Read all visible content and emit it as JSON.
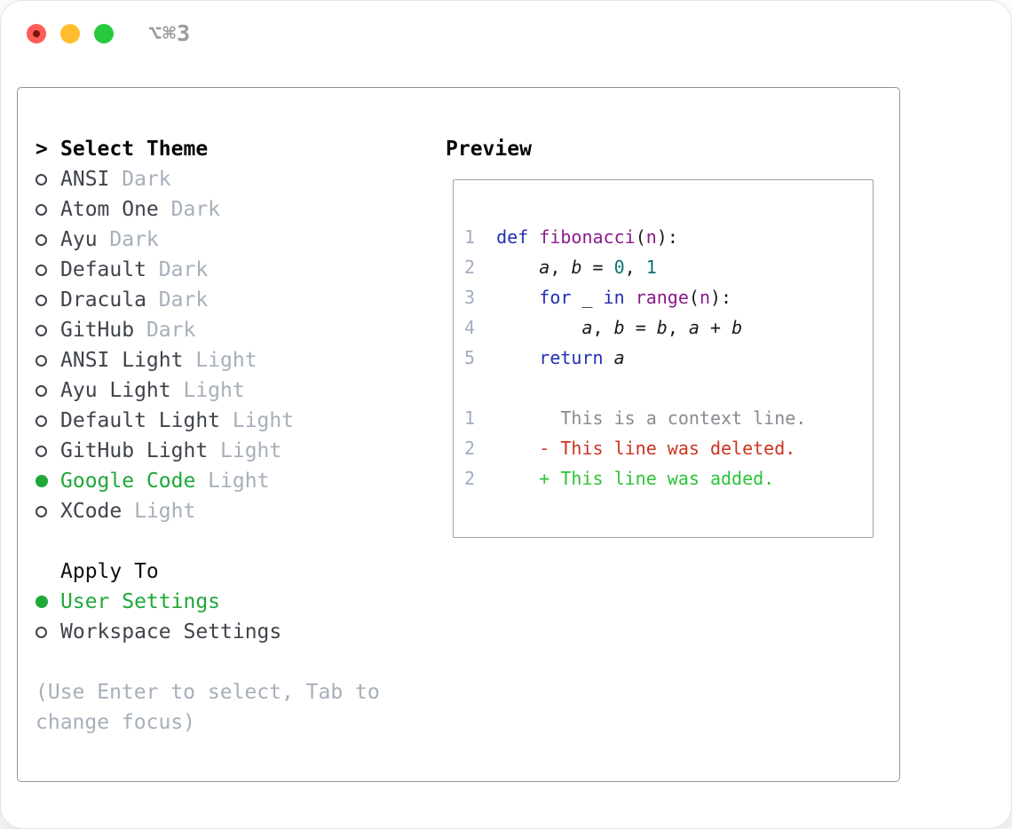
{
  "window": {
    "title": "⌥⌘3"
  },
  "theme_panel": {
    "header_prefix": ">",
    "header_label": "Select Theme",
    "items": [
      {
        "label": "ANSI",
        "variant": "Dark",
        "selected": false
      },
      {
        "label": "Atom One",
        "variant": "Dark",
        "selected": false
      },
      {
        "label": "Ayu",
        "variant": "Dark",
        "selected": false
      },
      {
        "label": "Default",
        "variant": "Dark",
        "selected": false
      },
      {
        "label": "Dracula",
        "variant": "Dark",
        "selected": false
      },
      {
        "label": "GitHub",
        "variant": "Dark",
        "selected": false
      },
      {
        "label": "ANSI Light",
        "variant": "Light",
        "selected": false
      },
      {
        "label": "Ayu Light",
        "variant": "Light",
        "selected": false
      },
      {
        "label": "Default Light",
        "variant": "Light",
        "selected": false
      },
      {
        "label": "GitHub Light",
        "variant": "Light",
        "selected": false
      },
      {
        "label": "Google Code",
        "variant": "Light",
        "selected": true
      },
      {
        "label": "XCode",
        "variant": "Light",
        "selected": false
      }
    ],
    "apply_header": "Apply To",
    "apply_options": [
      {
        "label": "User Settings",
        "selected": true
      },
      {
        "label": "Workspace Settings",
        "selected": false
      }
    ],
    "help_lines": [
      "(Use Enter to select, Tab to",
      "change focus)"
    ]
  },
  "preview": {
    "header": "Preview",
    "code_lines": [
      {
        "num": "1",
        "tokens": [
          [
            "plain",
            "  "
          ],
          [
            "keyword",
            "def"
          ],
          [
            "plain",
            " "
          ],
          [
            "function",
            "fibonacci"
          ],
          [
            "plain",
            "("
          ],
          [
            "function",
            "n"
          ],
          [
            "plain",
            "):"
          ]
        ]
      },
      {
        "num": "2",
        "tokens": [
          [
            "plain",
            "      "
          ],
          [
            "variable",
            "a"
          ],
          [
            "plain",
            ", "
          ],
          [
            "variable",
            "b"
          ],
          [
            "plain",
            " = "
          ],
          [
            "literal",
            "0"
          ],
          [
            "plain",
            ", "
          ],
          [
            "literal",
            "1"
          ]
        ]
      },
      {
        "num": "3",
        "tokens": [
          [
            "plain",
            "      "
          ],
          [
            "keyword",
            "for"
          ],
          [
            "plain",
            " _ "
          ],
          [
            "keyword",
            "in"
          ],
          [
            "plain",
            " "
          ],
          [
            "function",
            "range"
          ],
          [
            "plain",
            "("
          ],
          [
            "function",
            "n"
          ],
          [
            "plain",
            "):"
          ]
        ]
      },
      {
        "num": "4",
        "tokens": [
          [
            "plain",
            "          "
          ],
          [
            "variable",
            "a"
          ],
          [
            "plain",
            ", "
          ],
          [
            "variable",
            "b"
          ],
          [
            "plain",
            " = "
          ],
          [
            "variable",
            "b"
          ],
          [
            "plain",
            ", "
          ],
          [
            "variable",
            "a"
          ],
          [
            "plain",
            " + "
          ],
          [
            "variable",
            "b"
          ]
        ]
      },
      {
        "num": "5",
        "tokens": [
          [
            "plain",
            "      "
          ],
          [
            "keyword",
            "return"
          ],
          [
            "plain",
            " "
          ],
          [
            "variable",
            "a"
          ]
        ]
      }
    ],
    "diff_lines": [
      {
        "num": "1",
        "tokens": [
          [
            "context",
            "        This is a context line."
          ]
        ]
      },
      {
        "num": "2",
        "tokens": [
          [
            "deleted",
            "      - This line was deleted."
          ]
        ]
      },
      {
        "num": "2",
        "tokens": [
          [
            "added",
            "      + This line was added."
          ]
        ]
      }
    ]
  },
  "colors": {
    "accent_green": "#1fa83a",
    "keyword": "#2130b3",
    "function": "#8b1a8b",
    "literal": "#0e7272",
    "plain": "#1b1b1b",
    "variable": "#1b1b1b",
    "line_number": "#a0aec2",
    "context": "#878c92",
    "deleted": "#cc3322",
    "added": "#2bc437",
    "muted": "#a6afba",
    "item_text": "#3f444b",
    "frame_border": "#8b95a1",
    "traffic_red": "#ff5d55",
    "traffic_yellow": "#ffbd2e",
    "traffic_green": "#27c93f"
  }
}
